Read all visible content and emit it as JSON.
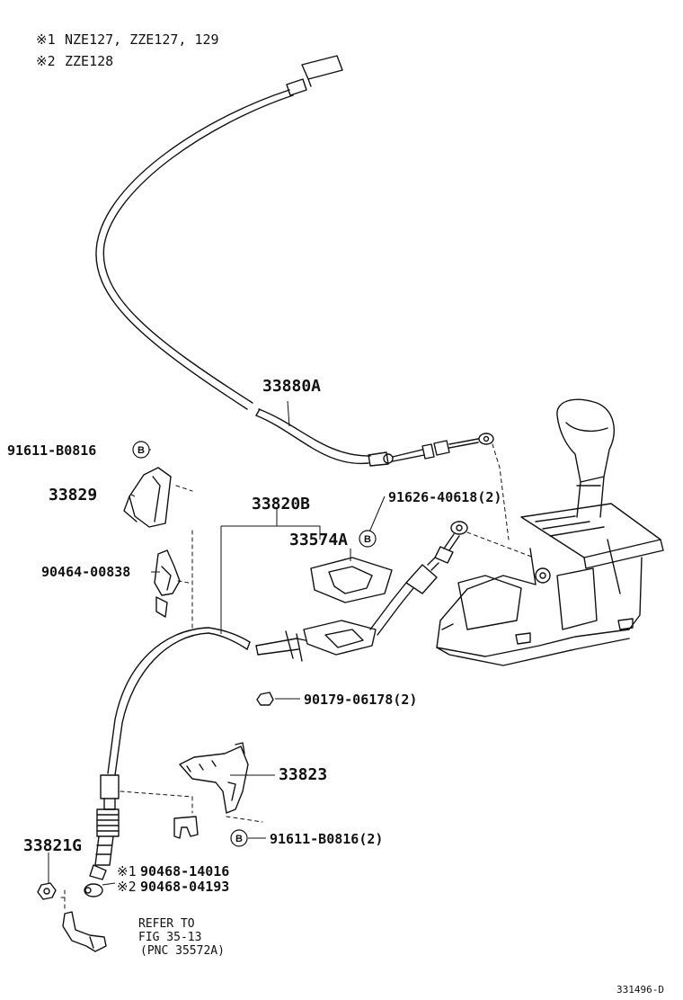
{
  "notes": [
    {
      "mark": "※1",
      "text": "NZE127, ZZE127, 129"
    },
    {
      "mark": "※2",
      "text": "ZZE128"
    }
  ],
  "part_labels": {
    "p33880A": "33880A",
    "p91611_top": "91611-B0816",
    "p33829": "33829",
    "p33820B": "33820B",
    "p91626": "91626-40618(2)",
    "p33574A": "33574A",
    "p90464": "90464-00838",
    "p90179": "90179-06178(2)",
    "p33823": "33823",
    "p91611_bottom": "91611-B0816(2)",
    "p33821G": "33821G",
    "p90468_1": "90468-14016",
    "p90468_2": "90468-04193"
  },
  "variant_marks": {
    "m1": "※1",
    "m2": "※2"
  },
  "callout_letter": "B",
  "refer_box": {
    "line1": "REFER TO",
    "line2": "FIG 35-13",
    "line3": "(PNC 35572A)"
  },
  "drawing_number": "331496-D"
}
